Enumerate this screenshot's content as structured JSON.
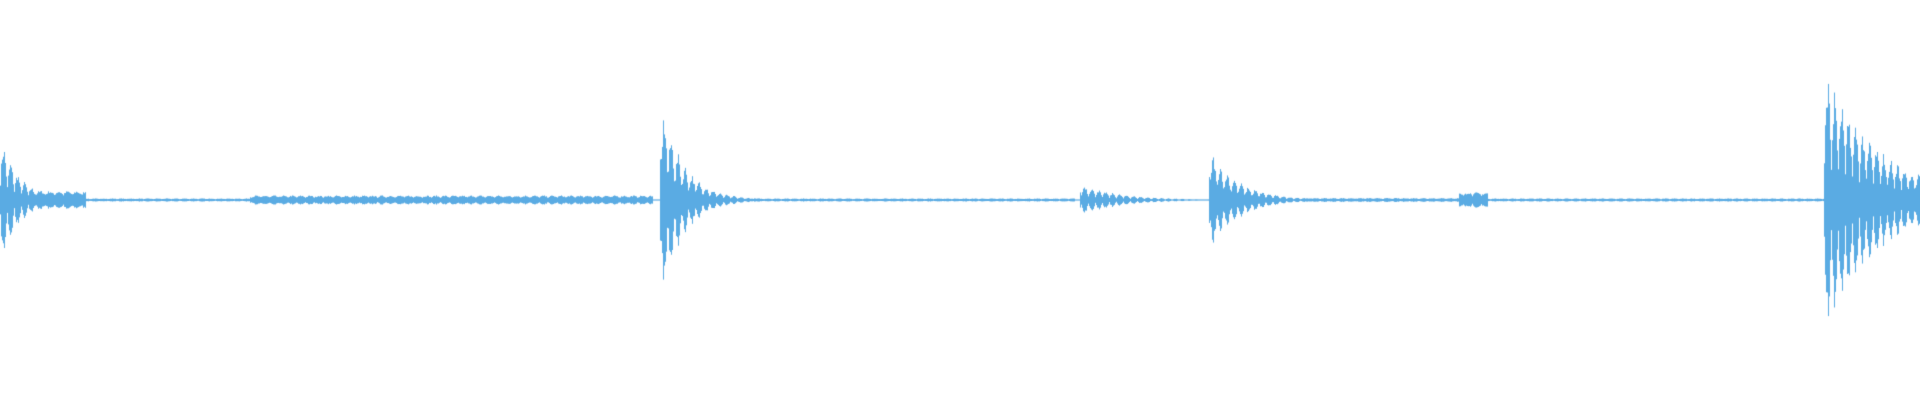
{
  "waveform": {
    "color": "#5aabe3",
    "background": "#ffffff",
    "bursts": [
      {
        "start": 0.0,
        "peak": 0.49,
        "decay": 0.01,
        "tail": 0.03,
        "tail_level": 0.05
      },
      {
        "start": 0.344,
        "peak": 0.74,
        "decay": 0.012,
        "tail": 0.022,
        "tail_level": 0.05
      },
      {
        "start": 0.563,
        "peak": 0.12,
        "decay": 0.02,
        "tail": 0.045,
        "tail_level": 0.05
      },
      {
        "start": 0.63,
        "peak": 0.38,
        "decay": 0.015,
        "tail": 0.045,
        "tail_level": 0.06
      },
      {
        "start": 0.95,
        "peak": 1.0,
        "decay": 0.03,
        "tail": 0.05,
        "tail_level": 0.25
      }
    ],
    "quiet_segments": [
      {
        "from": 0.015,
        "to": 0.045,
        "level": 0.07
      },
      {
        "from": 0.045,
        "to": 0.13,
        "level": 0.012
      },
      {
        "from": 0.13,
        "to": 0.34,
        "level": 0.035
      },
      {
        "from": 0.38,
        "to": 0.56,
        "level": 0.012
      },
      {
        "from": 0.61,
        "to": 0.63,
        "level": 0.005
      },
      {
        "from": 0.68,
        "to": 0.76,
        "level": 0.015
      },
      {
        "from": 0.76,
        "to": 0.775,
        "level": 0.06
      },
      {
        "from": 0.775,
        "to": 0.95,
        "level": 0.012
      }
    ]
  }
}
